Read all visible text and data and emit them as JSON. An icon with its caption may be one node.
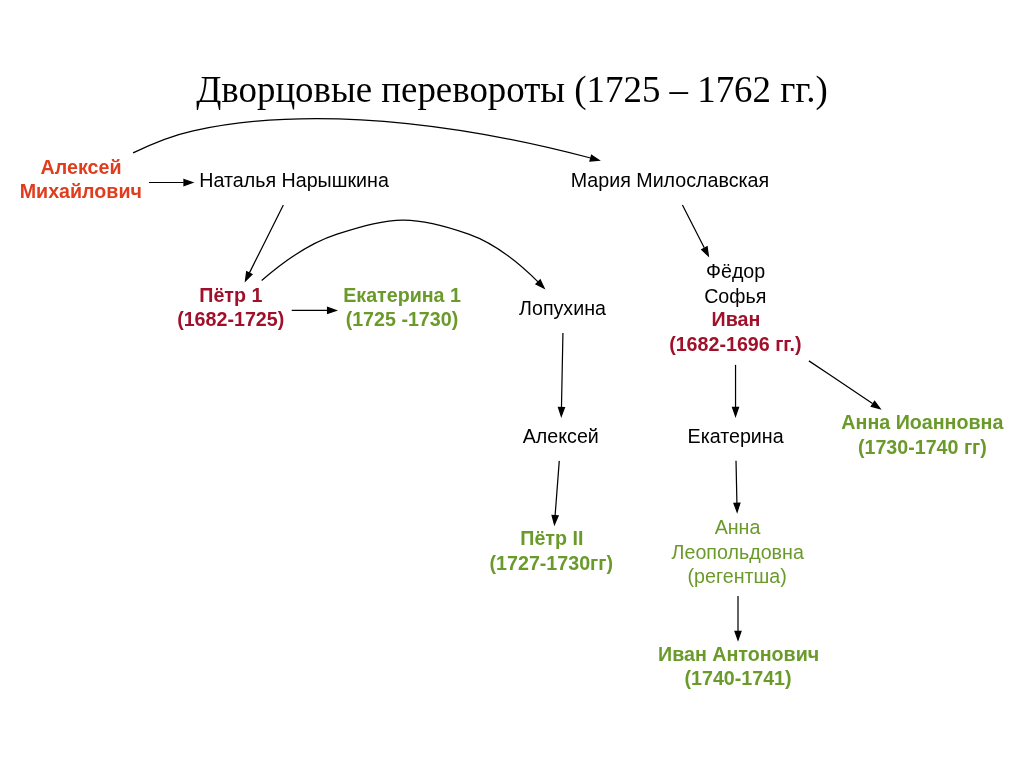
{
  "diagram": {
    "title": "Дворцовые перевороты (1725 – 1762 гг.)",
    "nodes": [
      {
        "text": [
          "Мария Милославская"
        ]
      },
      {
        "text": [
          "Алексей Михайлович"
        ]
      },
      {
        "text": [
          "Наталья Нарышкина"
        ]
      },
      {
        "text": [
          "Фёдор",
          "Софья",
          "Иван (1682-1696 гг.)"
        ]
      },
      {
        "text": [
          "Екатерина 1 (1725 -1730)"
        ]
      },
      {
        "text": [
          "Пётр 1 (1682-1725)"
        ]
      },
      {
        "text": [
          "Лопухина"
        ]
      },
      {
        "text": [
          "Алексей"
        ]
      },
      {
        "text": [
          "Анна Иоанновна (1730-1740 гг)"
        ]
      },
      {
        "text": [
          "Екатерина"
        ]
      },
      {
        "text": [
          "Анна Леопольдовна (регентша)"
        ]
      },
      {
        "text": [
          "Пётр II (1727-1730гг)"
        ]
      },
      {
        "text": [
          "Иван Антонович (1740-1741)"
        ]
      }
    ],
    "edges": [
      {
        "from": 1,
        "to": 0,
        "arrow": "to"
      },
      {
        "from": 1,
        "to": 2,
        "arrow": "to"
      },
      {
        "from": 0,
        "to": 3,
        "arrow": "to"
      },
      {
        "from": 2,
        "to": 5,
        "arrow": "to"
      },
      {
        "from": 5,
        "to": 4,
        "arrow": "to"
      },
      {
        "from": 5,
        "to": 6,
        "arrow": "to"
      },
      {
        "from": 6,
        "to": 7,
        "arrow": "to"
      },
      {
        "from": 7,
        "to": 11,
        "arrow": "to"
      },
      {
        "from": 3,
        "to": 8,
        "arrow": "to"
      },
      {
        "from": 3,
        "to": 9,
        "arrow": "to"
      },
      {
        "from": 9,
        "to": 10,
        "arrow": "to"
      },
      {
        "from": 10,
        "to": 12,
        "arrow": "to"
      }
    ]
  }
}
